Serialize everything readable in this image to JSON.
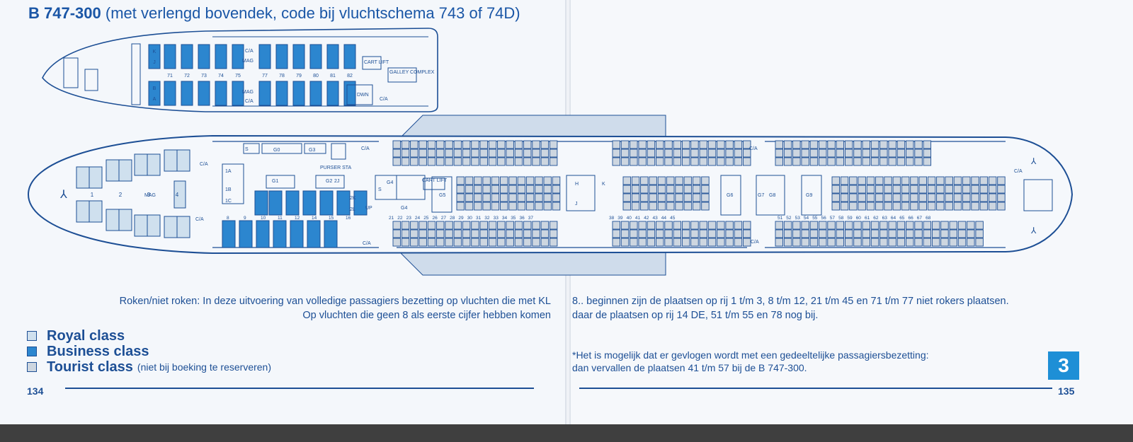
{
  "title": {
    "bold": "B 747-300",
    "rest": " (met verlengd bovendek, code bij vluchtschema 743 of 74D)"
  },
  "colors": {
    "royal": "#cfe0ee",
    "business": "#2c86cf",
    "tourist": "#cdd6e0",
    "line": "#1d4f95",
    "wing": "#cfdceb"
  },
  "upper_deck": {
    "labels": [
      "C/A",
      "MAG",
      "MAG",
      "C/A",
      "CART LIFT",
      "GALLEY COMPLEX",
      "DWN",
      "C/A"
    ],
    "rows": [
      "71",
      "72",
      "73",
      "74",
      "75",
      "77",
      "78",
      "79",
      "80",
      "81",
      "82"
    ],
    "letters_top": [
      "K",
      "J"
    ],
    "letters_bottom": [
      "B",
      "A"
    ]
  },
  "main_deck": {
    "labels": [
      "S",
      "G0",
      "G3",
      "C/A",
      "PURSER STA",
      "1A",
      "1B",
      "1C",
      "G1",
      "G2",
      "2J",
      "2K",
      "2L",
      "UP",
      "S",
      "G4",
      "G4",
      "CART LIFT",
      "G5",
      "H",
      "J",
      "K",
      "G6",
      "G7",
      "G8",
      "G9",
      "C/A",
      "C/A",
      "C/A",
      "C/A",
      "C/A",
      "MAG",
      "C/A"
    ],
    "rows_text": [
      "8",
      "9",
      "10",
      "11",
      "12",
      "14",
      "15",
      "16",
      "21",
      "22",
      "23",
      "24",
      "25",
      "26",
      "27",
      "28",
      "29",
      "30",
      "31",
      "32",
      "33",
      "34",
      "35",
      "36",
      "37",
      "38",
      "39",
      "40",
      "41",
      "42",
      "43",
      "44",
      "45",
      "51",
      "52",
      "53",
      "54",
      "55",
      "56",
      "57",
      "58",
      "59",
      "60",
      "61",
      "62",
      "63",
      "64",
      "65",
      "66",
      "67",
      "68"
    ],
    "royal_rows": [
      "1",
      "2",
      "3",
      "4"
    ]
  },
  "notes": {
    "left_line1": "Roken/niet roken: In deze uitvoering van volledige passagiers bezetting op vluchten die met KL",
    "left_line2": "Op vluchten die geen 8 als eerste cijfer hebben komen",
    "right_line1": "8.. beginnen zijn de plaatsen op rij 1 t/m 3, 8 t/m 12, 21 t/m 45 en 71 t/m 77 niet rokers plaatsen.",
    "right_line2": "daar de plaatsen op rij 14 DE, 51 t/m 55 en 78 nog bij.",
    "star_line1": "*Het is mogelijk dat er gevlogen wordt met een gedeeltelijke passagiersbezetting:",
    "star_line2": "dan vervallen de plaatsen 41 t/m 57 bij de B 747-300."
  },
  "legend": [
    {
      "label": "Royal class",
      "note": ""
    },
    {
      "label": "Business class",
      "note": ""
    },
    {
      "label": "Tourist class",
      "note": "(niet bij boeking te reserveren)"
    }
  ],
  "pages": {
    "left": "134",
    "right": "135",
    "chapter": "3"
  }
}
